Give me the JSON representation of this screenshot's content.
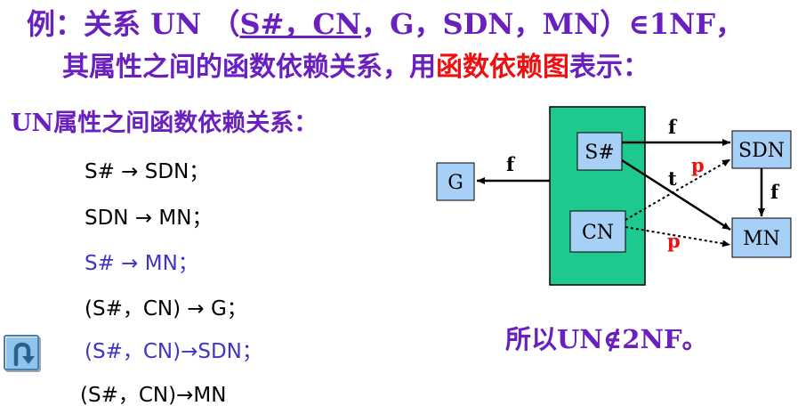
{
  "title": {
    "line1_prefix": "例：关系 UN （",
    "line1_key": "S#，CN",
    "line1_suffix": "，G，SDN，MN）∈1NF，",
    "line2_prefix": "其属性之间的函数依赖关系，用",
    "line2_highlight": "函数依赖图",
    "line2_suffix": "表示："
  },
  "subheading": "UN属性之间函数依赖关系：",
  "dependencies": [
    {
      "text": "S# → SDN；",
      "color": "#000000"
    },
    {
      "text": "SDN → MN；",
      "color": "#000000"
    },
    {
      "text": "S# → MN；",
      "color": "#3c35c8"
    },
    {
      "text": "(S#，CN) → G；",
      "color": "#000000"
    },
    {
      "text": "(S#，CN)→SDN；",
      "color": "#3c35c8"
    },
    {
      "text": "(S#，CN)→MN",
      "color": "#000000"
    }
  ],
  "diagram": {
    "nodes": {
      "s": "S#",
      "cn": "CN",
      "g": "G",
      "sdn": "SDN",
      "mn": "MN"
    },
    "edge_labels": {
      "f": "f",
      "t": "t",
      "p": "p"
    },
    "colors": {
      "composite_box": "#1ec98e",
      "node_fill": "#a8d0f7",
      "partial_label": "#ee1010"
    }
  },
  "conclusion": "所以UN∉2NF。",
  "back_button_icon": "u-turn-back-icon"
}
